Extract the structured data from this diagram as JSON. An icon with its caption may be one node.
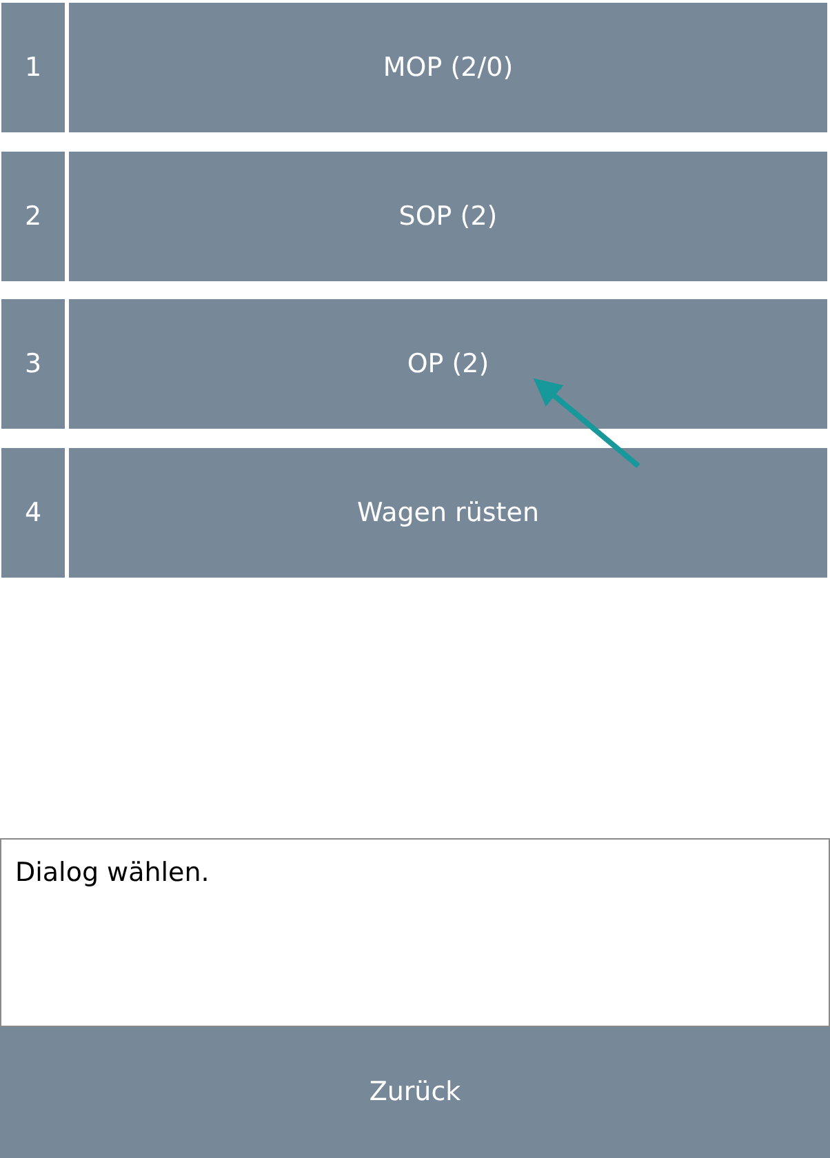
{
  "diagram": {
    "nodes": [
      {
        "text": [
          "1"
        ]
      },
      {
        "text": [
          "MOP (2/0)"
        ]
      },
      {
        "text": [
          "2"
        ]
      },
      {
        "text": [
          "SOP (2)"
        ]
      },
      {
        "text": [
          "3"
        ]
      },
      {
        "text": [
          "OP (2)"
        ]
      },
      {
        "text": [
          "4"
        ]
      },
      {
        "text": [
          "Wagen rüsten"
        ]
      },
      {
        "text": [
          "Dialog wählen."
        ]
      },
      {
        "text": [
          "Zurück"
        ]
      }
    ],
    "edges": [
      {
        "from": 7,
        "to": 5,
        "arrow": "to",
        "color": "#17989a"
      }
    ]
  }
}
